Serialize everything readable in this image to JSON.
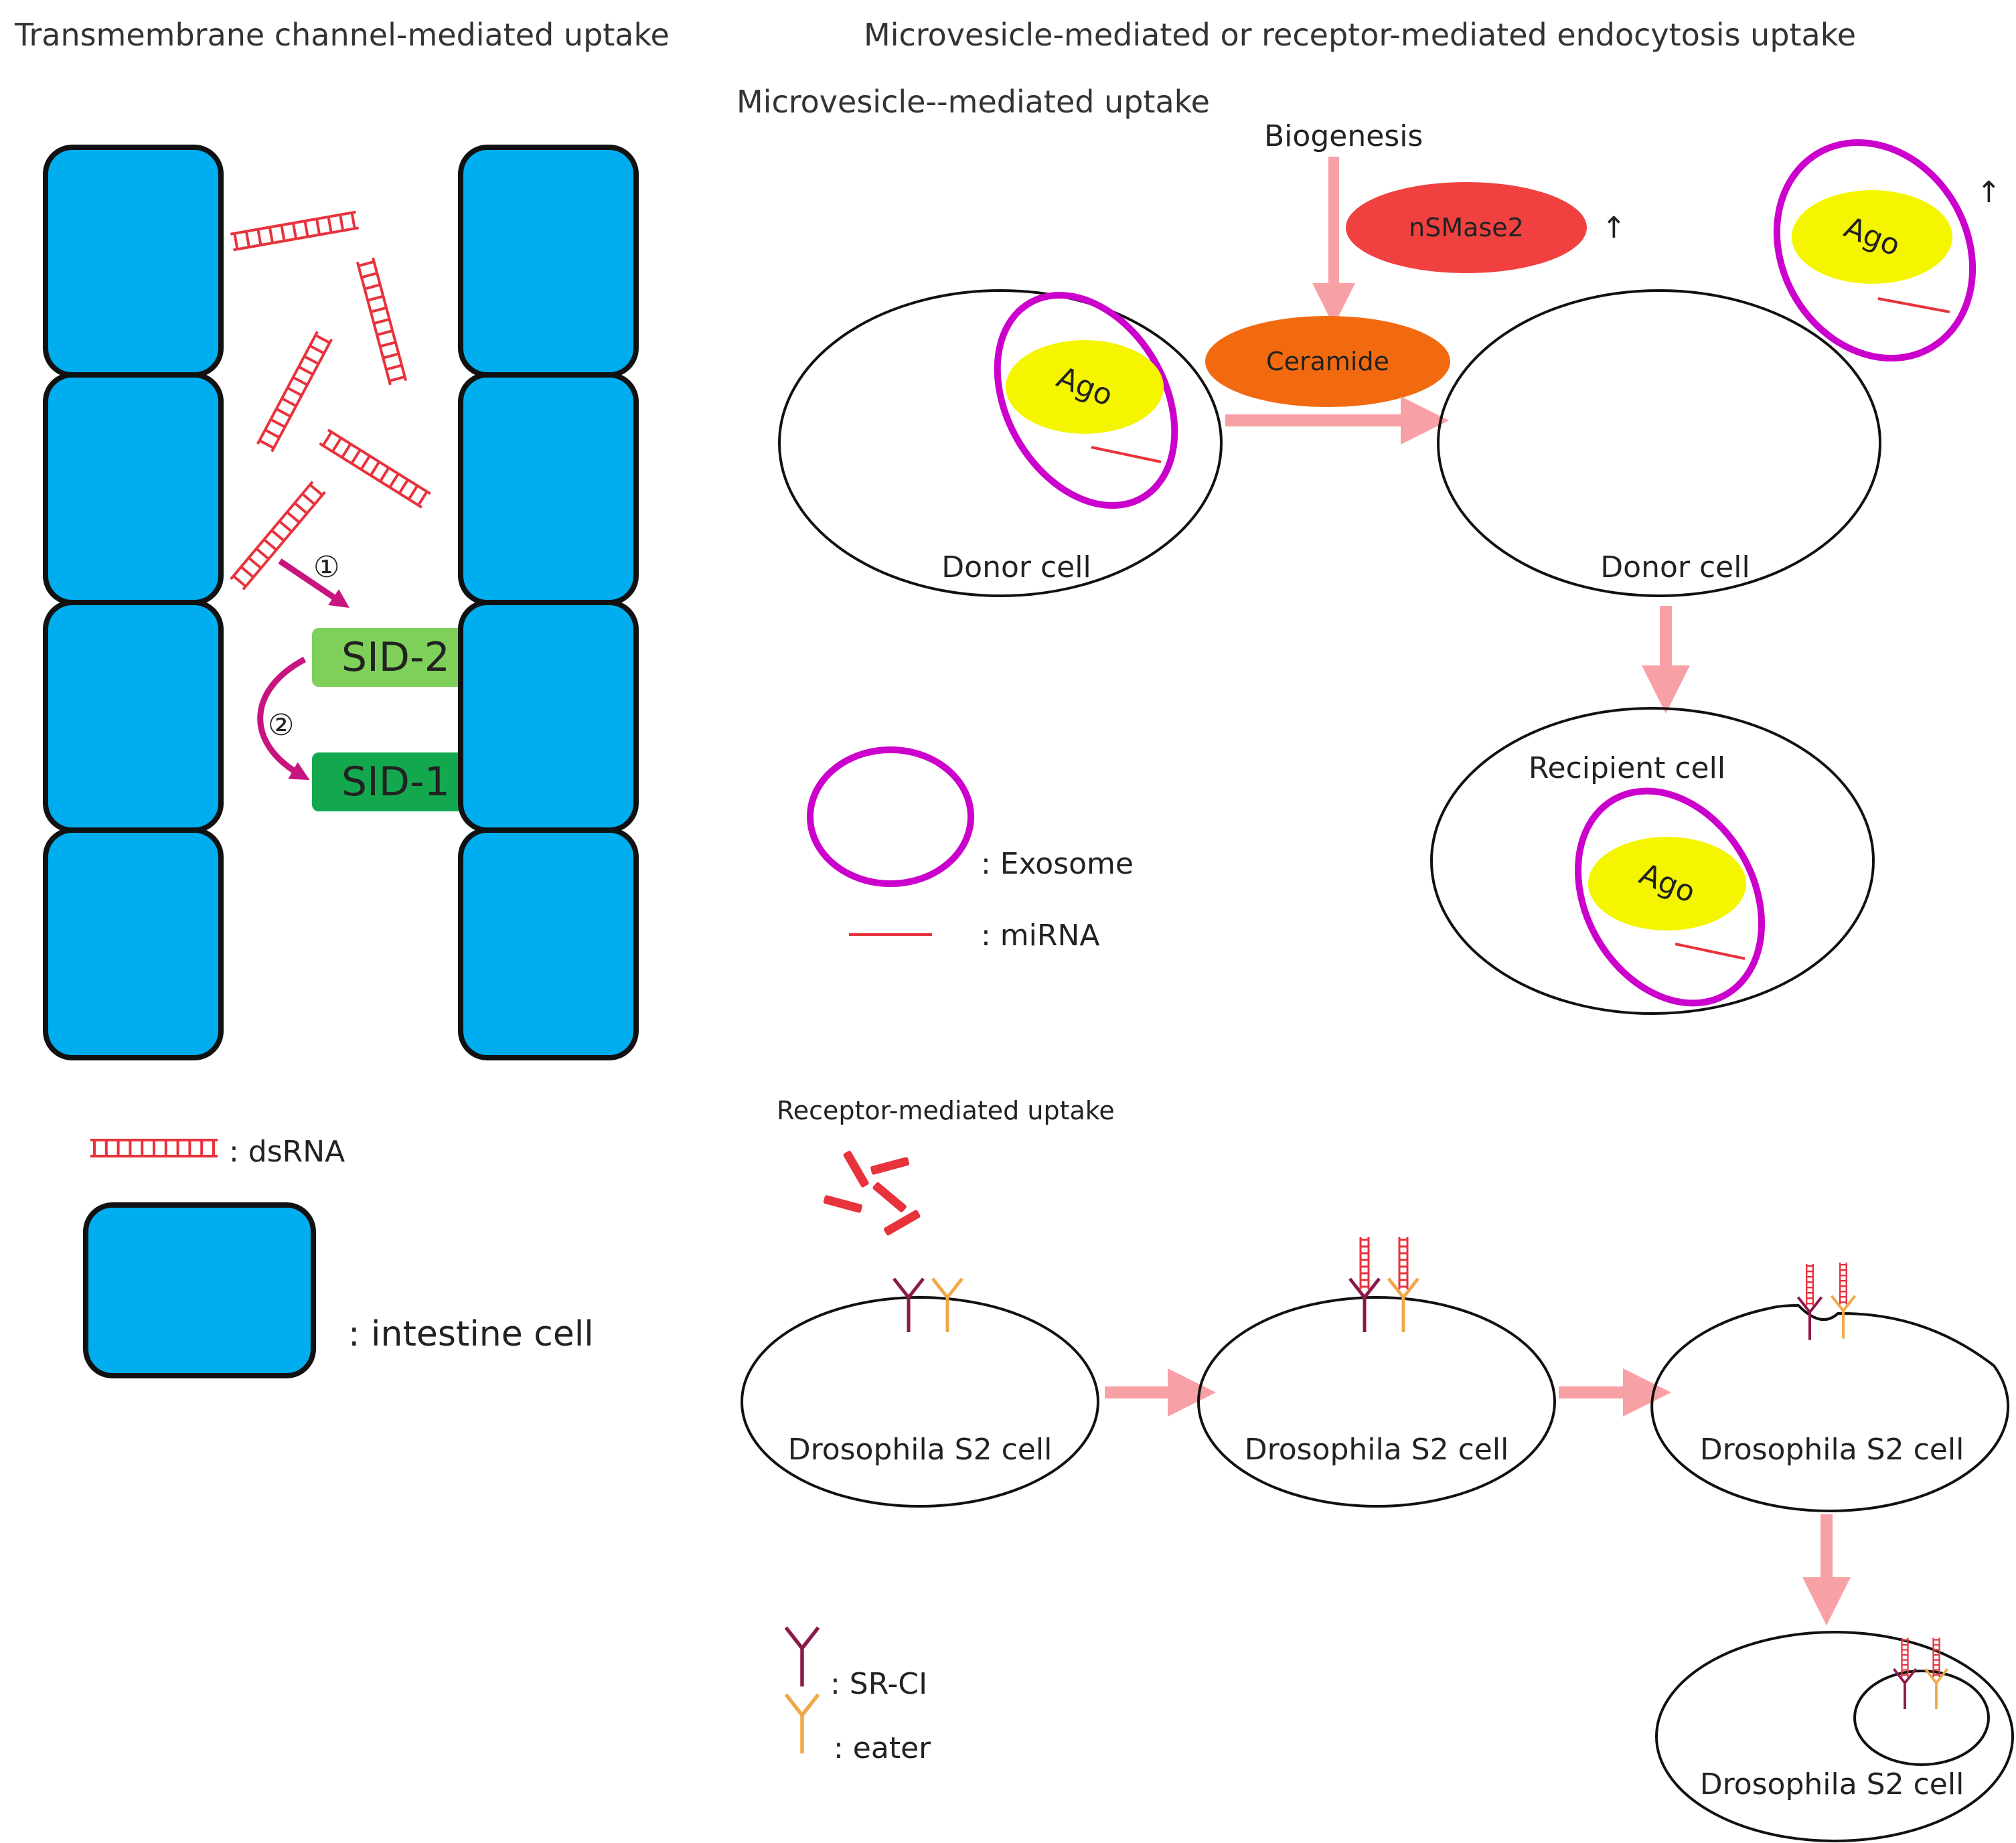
{
  "headings": {
    "left": "Transmembrane channel-mediated uptake",
    "right": "Microvesicle-mediated or receptor-mediated  endocytosis uptake",
    "microvesicle": "Microvesicle--mediated uptake",
    "receptor": "Receptor-mediated uptake"
  },
  "transmembrane": {
    "sid2": "SID-2",
    "sid1": "SID-1",
    "step1": "①",
    "step2": "②"
  },
  "microvesicle": {
    "biogenesis": "Biogenesis",
    "nsmase2": "nSMase2",
    "ceramide": "Ceramide",
    "ago": "Ago",
    "up_arrow": "↑",
    "donor_cell_1": "Donor cell",
    "donor_cell_2": "Donor cell",
    "recipient_cell": "Recipient cell"
  },
  "receptor": {
    "cell_1": "Drosophila S2 cell",
    "cell_2": "Drosophila S2 cell",
    "cell_3": "Drosophila S2 cell",
    "cell_4": "Drosophila S2 cell"
  },
  "legend": {
    "dsrna": ": dsRNA",
    "intestine": ": intestine cell",
    "exosome": ": Exosome",
    "mirna": ": miRNA",
    "srci": ": SR-CI",
    "eater": ": eater"
  },
  "colors": {
    "intestine_cell": "#00AEEF",
    "dsrna": "#E8323C",
    "exosome": "#CC00CC",
    "ago": "#F5F500",
    "nsmase2": "#F04040",
    "ceramide": "#F26A10",
    "flow_arrow": "#F7A0A6",
    "sid2": "#7FD05A",
    "sid1": "#14A84E",
    "srci": "#8B1A4A",
    "eater": "#F0A848",
    "step_arrow": "#C8147E"
  }
}
